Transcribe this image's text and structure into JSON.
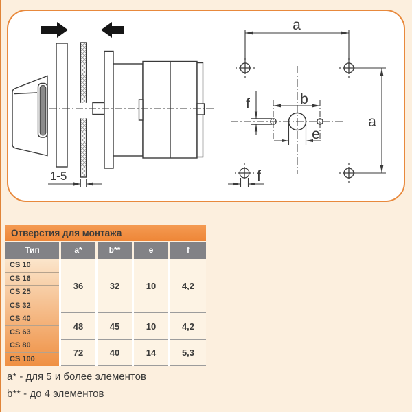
{
  "diagram": {
    "labels": {
      "a": "a",
      "b": "b",
      "e": "e",
      "f": "f",
      "panel_thickness": "1-5"
    }
  },
  "table": {
    "title": "Отверстия для монтажа",
    "columns": [
      "Тип",
      "a*",
      "b**",
      "e",
      "f"
    ],
    "groups": [
      {
        "types": [
          "CS 10",
          "CS 16",
          "CS 25",
          "CS 32"
        ],
        "values": {
          "a": "36",
          "b": "32",
          "e": "10",
          "f": "4,2"
        }
      },
      {
        "types": [
          "CS 40",
          "CS 63"
        ],
        "values": {
          "a": "48",
          "b": "45",
          "e": "10",
          "f": "4,2"
        }
      },
      {
        "types": [
          "CS 80",
          "CS 100"
        ],
        "values": {
          "a": "72",
          "b": "40",
          "e": "14",
          "f": "5,3"
        }
      }
    ]
  },
  "footnotes": [
    "a* - для 5 и более элементов",
    "b** - до 4 элементов"
  ],
  "colors": {
    "page_background": "#fcefde",
    "accent_orange": "#ee8637",
    "box_border": "#e8893c",
    "header_gray": "#828286",
    "type_gradient_top": "#fbe5cb",
    "type_gradient_bottom": "#ef9043",
    "cell_cream": "#fdf3e4",
    "text_dark": "#3b3b3a"
  }
}
